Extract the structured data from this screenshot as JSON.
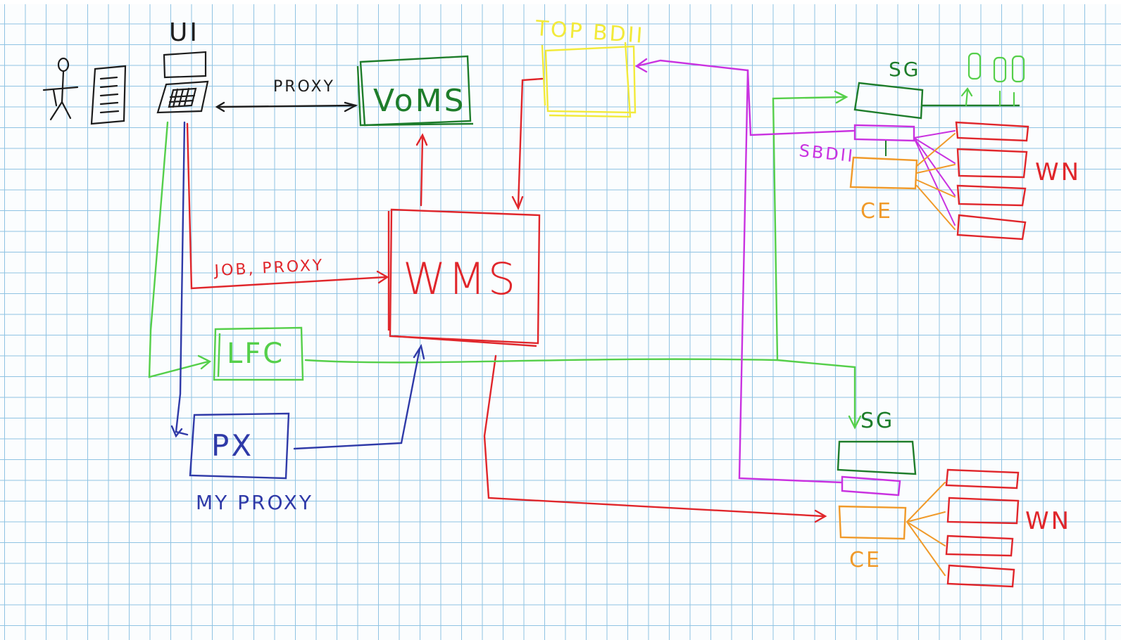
{
  "diagram": {
    "labels": {
      "ui": "UI",
      "proxy": "PROXY",
      "voms": "VoMS",
      "top_bdii": "TOP BDII",
      "sg_top": "SG",
      "sbdii": "SBDII",
      "ce_top": "CE",
      "wn_top": "WN",
      "job_proxy": "JOB, PROXY",
      "wms": "WMS",
      "lfc": "LFC",
      "px": "PX",
      "my_proxy": "MY PROXY",
      "sg_bottom": "SG",
      "ce_bottom": "CE",
      "wn_bottom": "WN"
    },
    "colors": {
      "black": "#1d1d1d",
      "red": "#e0262b",
      "green": "#2fae3a",
      "dark_green": "#1e7d2b",
      "light_green": "#55cf4a",
      "blue": "#2f3aa8",
      "magenta": "#c932e0",
      "yellow": "#f2ea3a",
      "orange": "#f09a2a",
      "grid": "#8fc3e3"
    },
    "icons": [
      "person-icon",
      "document-icon",
      "laptop-icon",
      "storage-tapes-icon"
    ]
  }
}
